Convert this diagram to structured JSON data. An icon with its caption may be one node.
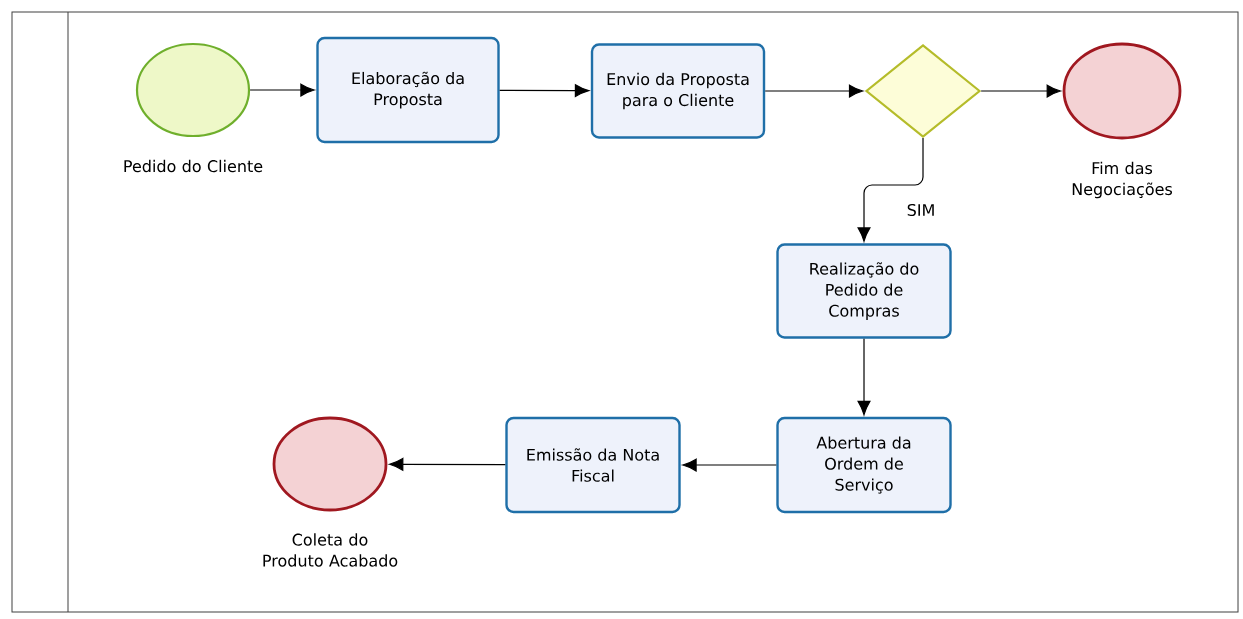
{
  "diagram": {
    "nodes": [
      {
        "text": [
          "Pedido do Cliente"
        ]
      },
      {
        "text": [
          "Elaboração da Proposta"
        ]
      },
      {
        "text": [
          "Envio da Proposta para o Cliente"
        ]
      },
      {
        "text": [],
        "shape": "diamond"
      },
      {
        "text": [
          "Fim das Negociações"
        ]
      },
      {
        "text": [
          "Realização do Pedido de Compras"
        ]
      },
      {
        "text": [
          "Abertura da Ordem de Serviço"
        ]
      },
      {
        "text": [
          "Emissão da Nota Fiscal"
        ]
      },
      {
        "text": [
          "Coleta do Produto Acabado"
        ]
      }
    ],
    "edges": [
      {
        "from": 0,
        "to": 1,
        "arrow": "to"
      },
      {
        "from": 1,
        "to": 2,
        "arrow": "to"
      },
      {
        "from": 2,
        "to": 3,
        "arrow": "to"
      },
      {
        "from": 3,
        "to": 4,
        "arrow": "to"
      },
      {
        "from": 3,
        "to": 5,
        "arrow": "to",
        "label": "SIM"
      },
      {
        "from": 5,
        "to": 6,
        "arrow": "to"
      },
      {
        "from": 6,
        "to": 7,
        "arrow": "to"
      },
      {
        "from": 7,
        "to": 8,
        "arrow": "to"
      }
    ]
  }
}
